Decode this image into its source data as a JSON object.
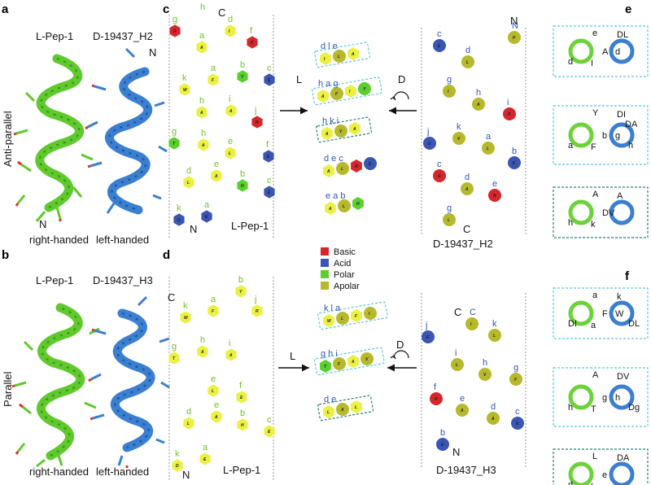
{
  "panels": {
    "a": "a",
    "b": "b",
    "c": "c",
    "d": "d",
    "e": "e",
    "f": "f"
  },
  "a": {
    "label_l": "L-Pep-1",
    "label_d": "D-19437_H2",
    "n_top": "N",
    "n_bottom": "N",
    "side": "Anti-parallel",
    "hand_l": "right-handed",
    "hand_d": "left-handed"
  },
  "b": {
    "label_l": "L-Pep-1",
    "label_d": "D-19437_H3",
    "side": "Parallel",
    "hand_l": "right-handed",
    "hand_d": "left-handed"
  },
  "c": {
    "corner_c": "C",
    "bottom_n": "N",
    "caption": "L-Pep-1",
    "L": "L",
    "D": "D",
    "right_n": "N",
    "right_c": "C",
    "right_caption": "D-19437_H2"
  },
  "d": {
    "corner_c": "C",
    "bottom_n": "N",
    "caption": "L-Pep-1",
    "L": "L",
    "D": "D",
    "right_c": "C",
    "right_n": "N",
    "right_caption": "D-19437_H3"
  },
  "legend": [
    {
      "label": "Basic",
      "color": "#d7262b"
    },
    {
      "label": "Acid",
      "color": "#3a55b4"
    },
    {
      "label": "Polar",
      "color": "#5bcf2e"
    },
    {
      "label": "Apolar",
      "color": "#b6b92b"
    }
  ],
  "colors": {
    "basic": "#d7262b",
    "acid": "#3a55b4",
    "polar": "#5bcf2e",
    "apolar": "#b6b92b",
    "apolar_l": "#eaf142",
    "green_text": "#6cc42a",
    "blue_text": "#2f57b8",
    "teal": "#5ac7e0",
    "darkteal": "#2a7d75"
  },
  "c_left_hex": [
    {
      "h": "g",
      "r": "R",
      "t": "basic"
    },
    {
      "h": "h",
      "r": "",
      "t": ""
    },
    {
      "h": "d",
      "r": "I",
      "t": "apolar_l"
    },
    {
      "h": "a",
      "r": "A",
      "t": "apolar_l"
    },
    {
      "h": "f",
      "r": "K",
      "t": "basic"
    },
    {
      "h": "k",
      "r": "W",
      "t": "apolar_l"
    },
    {
      "h": "a",
      "r": "F",
      "t": "apolar_l"
    },
    {
      "h": "b",
      "r": "Y",
      "t": "polar"
    },
    {
      "h": "c",
      "r": "E",
      "t": "acid"
    },
    {
      "h": "h",
      "r": "A",
      "t": "apolar_l"
    },
    {
      "h": "i",
      "r": "A",
      "t": "apolar_l"
    },
    {
      "h": "j",
      "r": "R",
      "t": "basic"
    },
    {
      "h": "g",
      "r": "T",
      "t": "polar"
    },
    {
      "h": "h",
      "r": "A",
      "t": "apolar_l"
    },
    {
      "h": "e",
      "r": "L",
      "t": "apolar_l"
    },
    {
      "h": "f",
      "r": "E",
      "t": "acid"
    },
    {
      "h": "d",
      "r": "L",
      "t": "apolar_l"
    },
    {
      "h": "e",
      "r": "A",
      "t": "apolar_l"
    },
    {
      "h": "b",
      "r": "H",
      "t": "polar"
    },
    {
      "h": "c",
      "r": "E",
      "t": "acid"
    },
    {
      "h": "k",
      "r": "D",
      "t": "acid"
    },
    {
      "h": "a",
      "r": "E",
      "t": "acid"
    }
  ],
  "c_mid_rows": [
    {
      "heptad": "d  l  e",
      "residues": [
        "I",
        "L",
        "A"
      ]
    },
    {
      "heptad": "h  a  g",
      "residues": [
        "A",
        "F",
        "I",
        "Y"
      ]
    },
    {
      "heptad": "h  k  i",
      "residues": [
        "A",
        "V",
        "A"
      ]
    },
    {
      "heptad": "d  e  c",
      "residues": [
        "A",
        "L",
        "R",
        "E"
      ]
    },
    {
      "heptad": "e  a  b",
      "residues": [
        "A",
        "L",
        "H"
      ]
    }
  ],
  "c_right_circ": [
    {
      "h": "c",
      "r": "E"
    },
    {
      "h": "d",
      "r": "L"
    },
    {
      "h": "N",
      "r": "P"
    },
    {
      "h": "g",
      "r": "I"
    },
    {
      "h": "h",
      "r": "A"
    },
    {
      "h": "i",
      "r": "R"
    },
    {
      "h": "j",
      "r": "E"
    },
    {
      "h": "k",
      "r": "V"
    },
    {
      "h": "a",
      "r": "L"
    },
    {
      "h": "b",
      "r": "E"
    },
    {
      "h": "c",
      "r": "R"
    },
    {
      "h": "d",
      "r": "A"
    },
    {
      "h": "e",
      "r": "R"
    },
    {
      "h": "g",
      "r": "L"
    }
  ],
  "d_left_hex": [
    {
      "h": "b",
      "r": "Y"
    },
    {
      "h": "k",
      "r": "W"
    },
    {
      "h": "a",
      "r": "F"
    },
    {
      "h": "j",
      "r": "R"
    },
    {
      "h": "g",
      "r": "T"
    },
    {
      "h": "h",
      "r": "A"
    },
    {
      "h": "i",
      "r": "A"
    },
    {
      "h": "e",
      "r": "L"
    },
    {
      "h": "f",
      "r": "E"
    },
    {
      "h": "d",
      "r": "L"
    },
    {
      "h": "e",
      "r": "A"
    },
    {
      "h": "b",
      "r": "H"
    },
    {
      "h": "c",
      "r": "E"
    },
    {
      "h": "k",
      "r": "D"
    },
    {
      "h": "a",
      "r": "E"
    }
  ],
  "d_mid_rows": [
    {
      "heptad": "k  l  a",
      "residues": [
        "W",
        "L",
        "F",
        "I"
      ]
    },
    {
      "heptad": "g  h  i",
      "residues": [
        "T",
        "F",
        "A",
        "V"
      ]
    },
    {
      "heptad": "d  e",
      "residues": [
        "L",
        "A",
        "L"
      ]
    }
  ],
  "d_right_circ": [
    {
      "h": "j",
      "r": "E"
    },
    {
      "h": "C",
      "r": "I"
    },
    {
      "h": "k",
      "r": "L"
    },
    {
      "h": "i",
      "r": "L"
    },
    {
      "h": "h",
      "r": "V"
    },
    {
      "h": "g",
      "r": "F"
    },
    {
      "h": "f",
      "r": "R"
    },
    {
      "h": "e",
      "r": "A"
    },
    {
      "h": "d",
      "r": "A"
    },
    {
      "h": "c",
      "r": "E"
    },
    {
      "h": "b",
      "r": "E"
    }
  ],
  "e": [
    {
      "labels": [
        "e",
        "A",
        "d",
        "I",
        "DL",
        "d"
      ]
    },
    {
      "labels": [
        "Y",
        "b",
        "a",
        "F",
        "DI",
        "g",
        "h",
        "DA"
      ]
    },
    {
      "labels": [
        "A",
        "DV",
        "h",
        "k",
        "A"
      ]
    }
  ],
  "f": [
    {
      "labels": [
        "a",
        "F",
        "DI",
        "a",
        "k",
        "W",
        "DL"
      ]
    },
    {
      "labels": [
        "A",
        "g",
        "h",
        "T",
        "DV",
        "h",
        "Dg"
      ]
    },
    {
      "labels": [
        "L",
        "e",
        "d",
        "L",
        "DA"
      ]
    }
  ]
}
